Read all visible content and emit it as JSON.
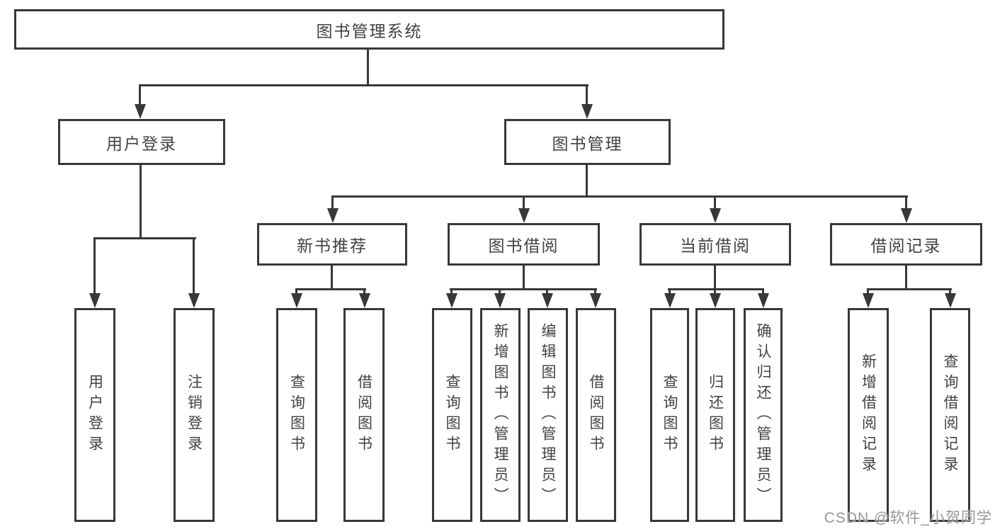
{
  "tree": {
    "root": {
      "label": "图书管理系统"
    },
    "branches": [
      {
        "label": "用户登录",
        "children": [
          {
            "label": "用户登录"
          },
          {
            "label": "注销登录"
          }
        ]
      },
      {
        "label": "图书管理",
        "children": [
          {
            "label": "新书推荐",
            "children": [
              {
                "label": "查询图书"
              },
              {
                "label": "借阅图书"
              }
            ]
          },
          {
            "label": "图书借阅",
            "children": [
              {
                "label": "查询图书"
              },
              {
                "label": "新增图书（管理员）"
              },
              {
                "label": "编辑图书（管理员）"
              },
              {
                "label": "借阅图书"
              }
            ]
          },
          {
            "label": "当前借阅",
            "children": [
              {
                "label": "查询图书"
              },
              {
                "label": "归还图书"
              },
              {
                "label": "确认归还（管理员）"
              }
            ]
          },
          {
            "label": "借阅记录",
            "children": [
              {
                "label": "新增借阅记录"
              },
              {
                "label": "查询借阅记录"
              }
            ]
          }
        ]
      }
    ]
  },
  "watermark": {
    "text": "CSDN @软件_小贺同学"
  },
  "colors": {
    "line": "#383838",
    "text": "#3f4245",
    "watermark": "#979797",
    "background": "#ffffff"
  }
}
